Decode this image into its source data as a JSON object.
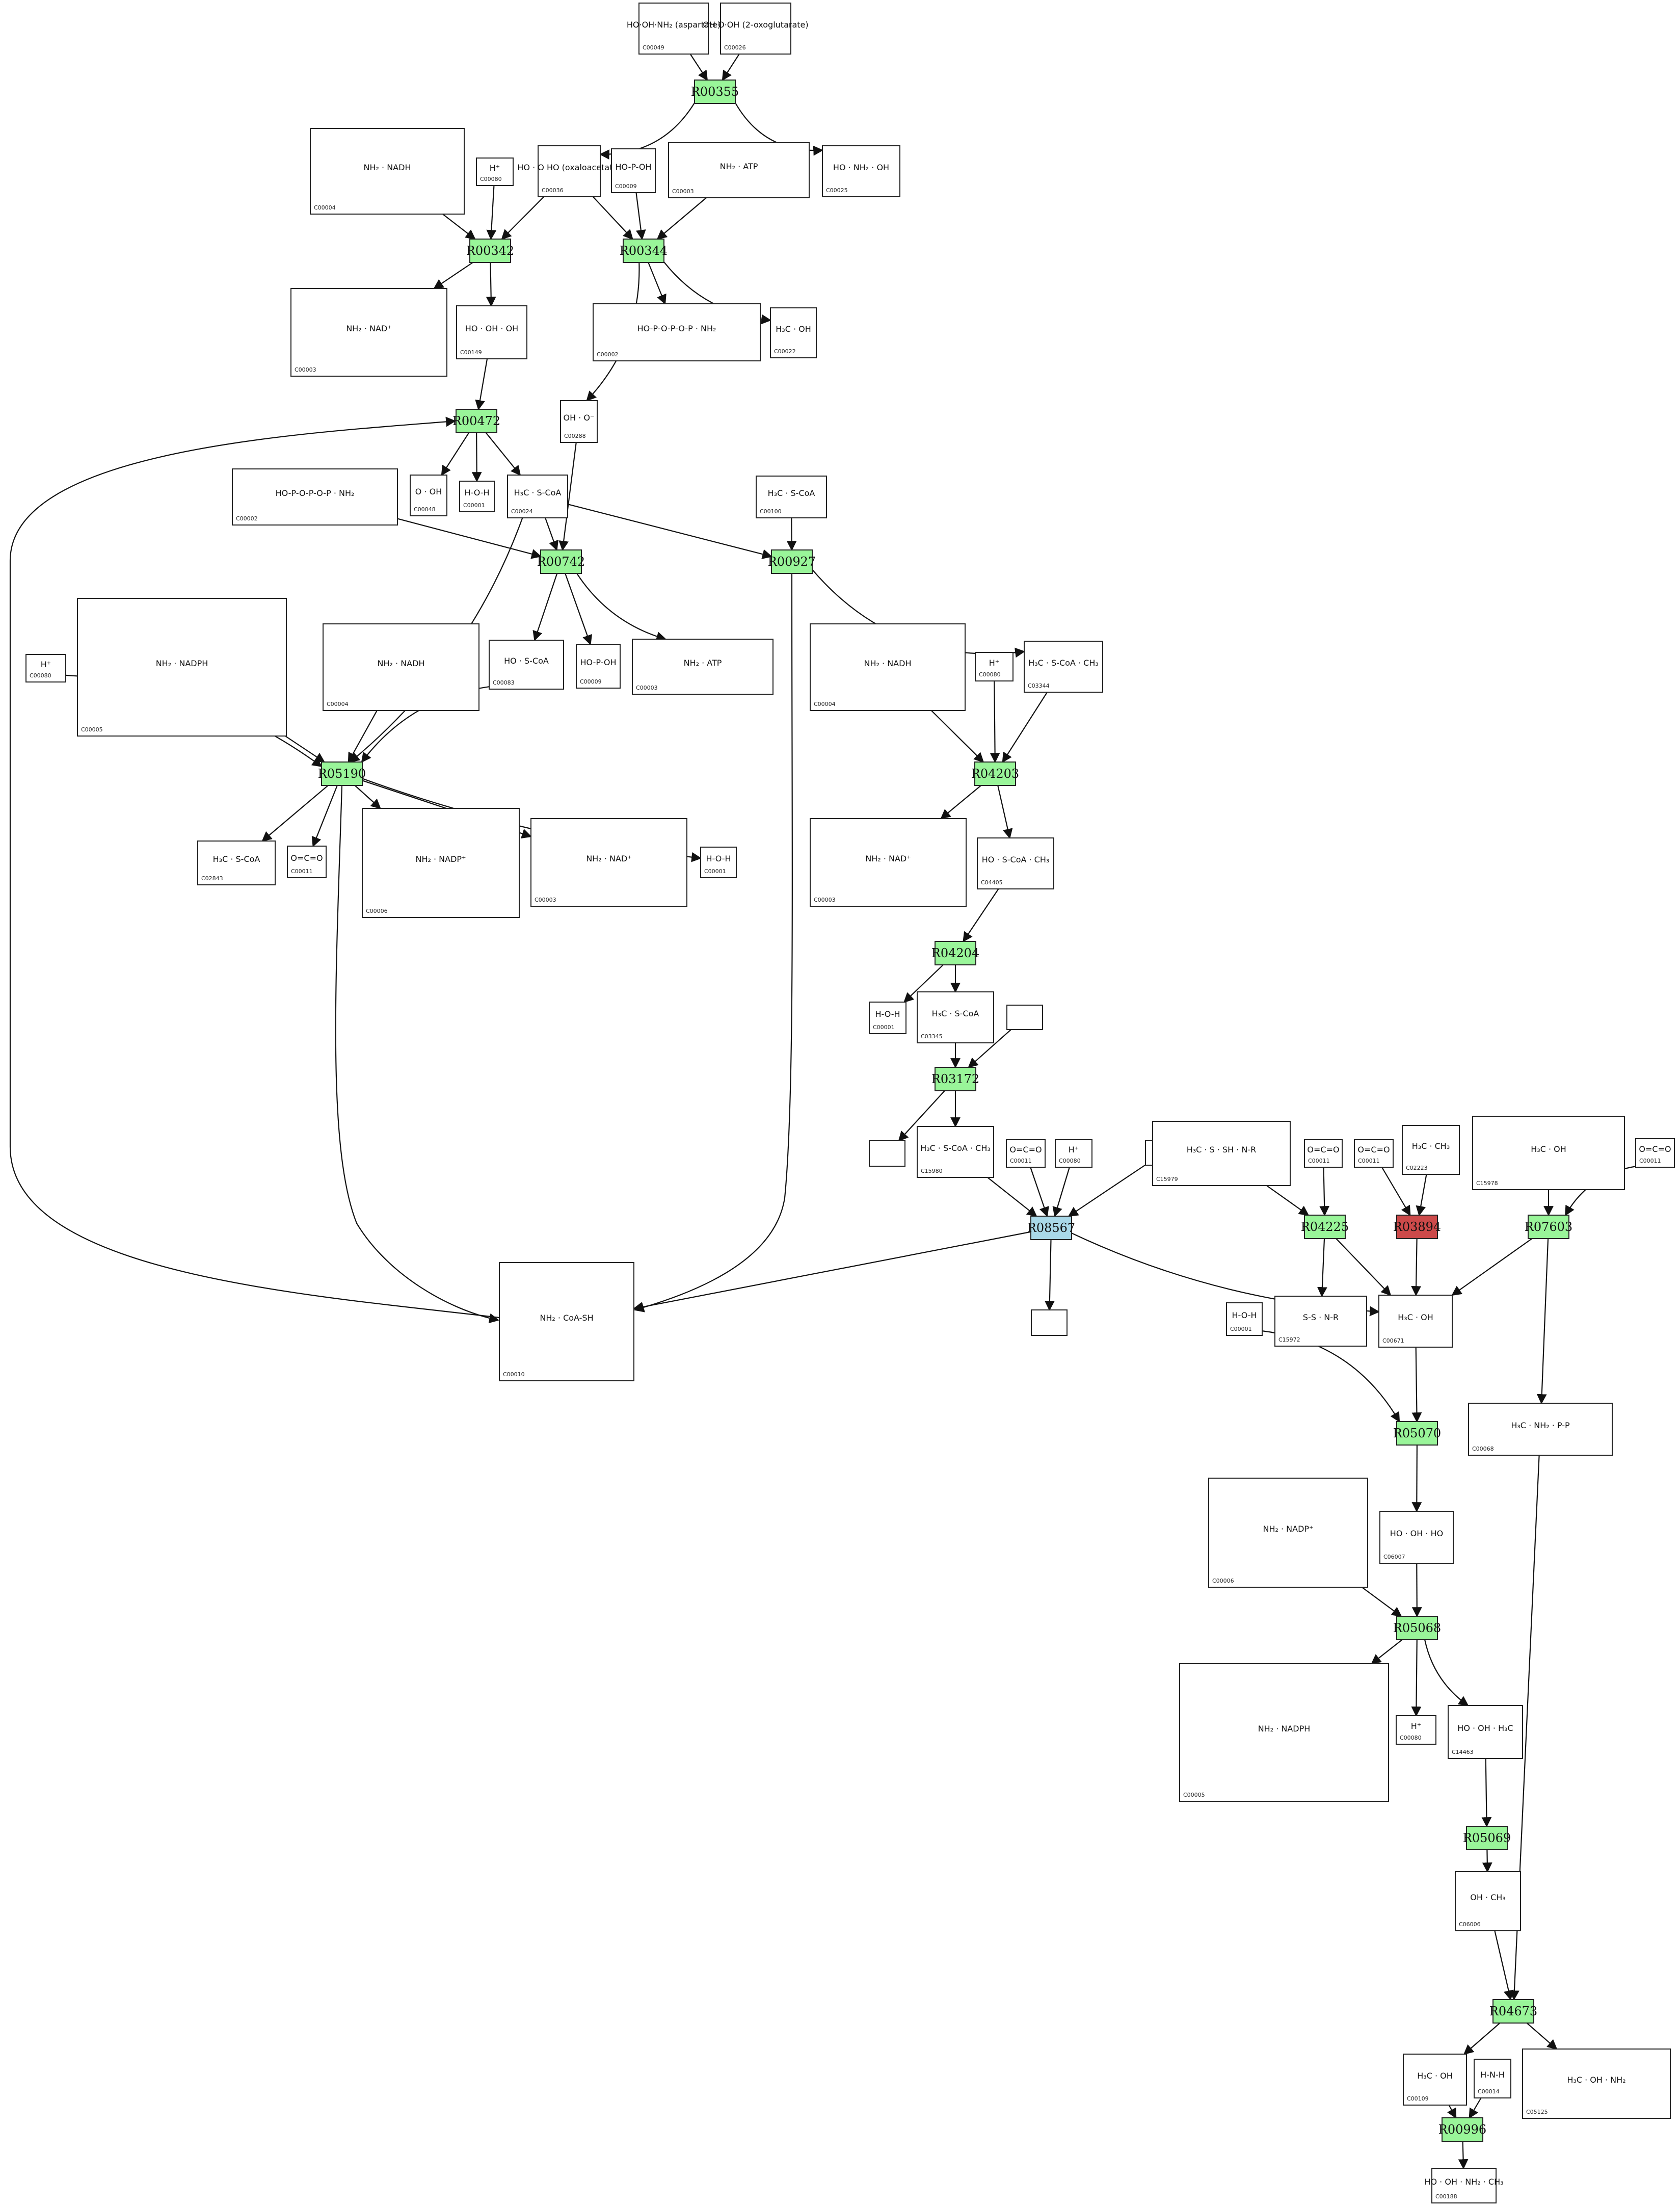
{
  "colors": {
    "reaction_default": "#99f599",
    "reaction_highlight": "#cc4a4a",
    "reaction_selected": "#a9d8e8",
    "edge": "#111111",
    "box_border": "#222222"
  },
  "reactions": [
    {
      "id": "R00355",
      "label": "R00355",
      "status": "default"
    },
    {
      "id": "R00342",
      "label": "R00342",
      "status": "default"
    },
    {
      "id": "R00344",
      "label": "R00344",
      "status": "default"
    },
    {
      "id": "R00472",
      "label": "R00472",
      "status": "default"
    },
    {
      "id": "R00742",
      "label": "R00742",
      "status": "default"
    },
    {
      "id": "R00927",
      "label": "R00927",
      "status": "default"
    },
    {
      "id": "R05190",
      "label": "R05190",
      "status": "default"
    },
    {
      "id": "R04203",
      "label": "R04203",
      "status": "default"
    },
    {
      "id": "R04204",
      "label": "R04204",
      "status": "default"
    },
    {
      "id": "R03172",
      "label": "R03172",
      "status": "default"
    },
    {
      "id": "R08567",
      "label": "R08567",
      "status": "selected"
    },
    {
      "id": "R04225",
      "label": "R04225",
      "status": "default"
    },
    {
      "id": "R03894",
      "label": "R03894",
      "status": "highlight"
    },
    {
      "id": "R07603",
      "label": "R07603",
      "status": "default"
    },
    {
      "id": "R05070",
      "label": "R05070",
      "status": "default"
    },
    {
      "id": "R05068",
      "label": "R05068",
      "status": "default"
    },
    {
      "id": "R05069",
      "label": "R05069",
      "status": "default"
    },
    {
      "id": "R04673",
      "label": "R04673",
      "status": "default"
    },
    {
      "id": "R00996",
      "label": "R00996",
      "status": "default"
    }
  ],
  "compounds": [
    {
      "key": "c00049_top",
      "code": "C00049",
      "formula": "HO·OH·NH₂ (aspartate)"
    },
    {
      "key": "c00026_top",
      "code": "C00026",
      "formula": "OH·O·OH (2-oxoglutarate)"
    },
    {
      "key": "c00004_a",
      "code": "C00004",
      "formula": "NH₂ · NADH"
    },
    {
      "key": "c00080_a",
      "code": "C00080",
      "formula": "H⁺"
    },
    {
      "key": "c00036",
      "code": "C00036",
      "formula": "HO · O HO (oxaloacetate)"
    },
    {
      "key": "c00009_a",
      "code": "C00009",
      "formula": "HO-P-OH"
    },
    {
      "key": "c00003_top",
      "code": "C00003",
      "formula": "NH₂ · ATP"
    },
    {
      "key": "c00025",
      "code": "C00025",
      "formula": "HO · NH₂ · OH"
    },
    {
      "key": "c00003_a",
      "code": "C00003",
      "formula": "NH₂ · NAD⁺"
    },
    {
      "key": "c00149_a",
      "code": "C00149",
      "formula": "HO · OH · OH"
    },
    {
      "key": "c00002_a",
      "code": "C00002",
      "formula": "HO-P-O-P-O-P · NH₂"
    },
    {
      "key": "c00022",
      "code": "C00022",
      "formula": "H₃C · OH"
    },
    {
      "key": "c00288",
      "code": "C00288",
      "formula": "OH · O⁻"
    },
    {
      "key": "c00048",
      "code": "C00048",
      "formula": "O · OH"
    },
    {
      "key": "c00001_a",
      "code": "C00001",
      "formula": "H-O-H"
    },
    {
      "key": "c00024",
      "code": "C00024",
      "formula": "H₃C · S-CoA"
    },
    {
      "key": "c00002_b",
      "code": "C00002",
      "formula": "HO-P-O-P-O-P · NH₂"
    },
    {
      "key": "c00100",
      "code": "C00100",
      "formula": "H₃C · S-CoA"
    },
    {
      "key": "c00005_a",
      "code": "C00005",
      "formula": "NH₂ · NADPH"
    },
    {
      "key": "c00004_b",
      "code": "C00004",
      "formula": "NH₂ · NADH"
    },
    {
      "key": "c00083",
      "code": "C00083",
      "formula": "HO · S-CoA"
    },
    {
      "key": "c00009_b",
      "code": "C00009",
      "formula": "HO-P-OH"
    },
    {
      "key": "c00003_b",
      "code": "C00003",
      "formula": "NH₂ · ATP"
    },
    {
      "key": "c00004_c",
      "code": "C00004",
      "formula": "NH₂ · NADH"
    },
    {
      "key": "c00080_b",
      "code": "C00080",
      "formula": "H⁺"
    },
    {
      "key": "c03344",
      "code": "C03344",
      "formula": "H₃C · S-CoA · CH₃"
    },
    {
      "key": "c00080_c",
      "code": "C00080",
      "formula": "H⁺"
    },
    {
      "key": "c02843",
      "code": "C02843",
      "formula": "H₃C · S-CoA"
    },
    {
      "key": "c00011_a",
      "code": "C00011",
      "formula": "O=C=O"
    },
    {
      "key": "c00006_a",
      "code": "C00006",
      "formula": "NH₂ · NADP⁺"
    },
    {
      "key": "c00003_c",
      "code": "C00003",
      "formula": "NH₂ · NAD⁺"
    },
    {
      "key": "c00001_b",
      "code": "C00001",
      "formula": "H-O-H"
    },
    {
      "key": "c00003_d",
      "code": "C00003",
      "formula": "NH₂ · NAD⁺"
    },
    {
      "key": "c04405",
      "code": "C04405",
      "formula": "HO · S-CoA · CH₃"
    },
    {
      "key": "c00001_c",
      "code": "C00001",
      "formula": "H-O-H"
    },
    {
      "key": "c03345",
      "code": "C03345",
      "formula": "H₃C · S-CoA"
    },
    {
      "key": "blank_a",
      "code": "",
      "formula": ""
    },
    {
      "key": "blank_b",
      "code": "",
      "formula": ""
    },
    {
      "key": "c15980",
      "code": "C15980",
      "formula": "H₃C · S-CoA · CH₃"
    },
    {
      "key": "c00011_b",
      "code": "C00011",
      "formula": "O=C=O"
    },
    {
      "key": "c00080_d",
      "code": "C00080",
      "formula": "H⁺"
    },
    {
      "key": "blank_c",
      "code": "",
      "formula": ""
    },
    {
      "key": "c15979",
      "code": "C15979",
      "formula": "H₃C · S · SH · N-R"
    },
    {
      "key": "c00011_c",
      "code": "C00011",
      "formula": "O=C=O"
    },
    {
      "key": "c00011_d",
      "code": "C00011",
      "formula": "O=C=O"
    },
    {
      "key": "c02223",
      "code": "C02223",
      "formula": "H₃C · CH₃"
    },
    {
      "key": "c15978",
      "code": "C15978",
      "formula": "H₃C · OH"
    },
    {
      "key": "c00011_e",
      "code": "C00011",
      "formula": "O=C=O"
    },
    {
      "key": "c00010",
      "code": "C00010",
      "formula": "NH₂ · CoA-SH"
    },
    {
      "key": "blank_d",
      "code": "",
      "formula": ""
    },
    {
      "key": "c00001_d",
      "code": "C00001",
      "formula": "H-O-H"
    },
    {
      "key": "c15972",
      "code": "C15972",
      "formula": "S-S · N-R"
    },
    {
      "key": "c00671",
      "code": "C00671",
      "formula": "H₃C · OH"
    },
    {
      "key": "c00068",
      "code": "C00068",
      "formula": "H₃C · NH₂ · P-P"
    },
    {
      "key": "c00006_b",
      "code": "C00006",
      "formula": "NH₂ · NADP⁺"
    },
    {
      "key": "c06007",
      "code": "C06007",
      "formula": "HO · OH · HO"
    },
    {
      "key": "c00005_b",
      "code": "C00005",
      "formula": "NH₂ · NADPH"
    },
    {
      "key": "c00080_e",
      "code": "C00080",
      "formula": "H⁺"
    },
    {
      "key": "c14463",
      "code": "C14463",
      "formula": "HO · OH · H₃C"
    },
    {
      "key": "c06006",
      "code": "C06006",
      "formula": "OH · CH₃"
    },
    {
      "key": "c00109",
      "code": "C00109",
      "formula": "H₃C · OH"
    },
    {
      "key": "c00014",
      "code": "C00014",
      "formula": "H-N-H"
    },
    {
      "key": "c05125",
      "code": "C05125",
      "formula": "H₃C · OH · NH₂"
    },
    {
      "key": "c00188",
      "code": "C00188",
      "formula": "HO · OH · NH₂ · CH₃"
    }
  ]
}
